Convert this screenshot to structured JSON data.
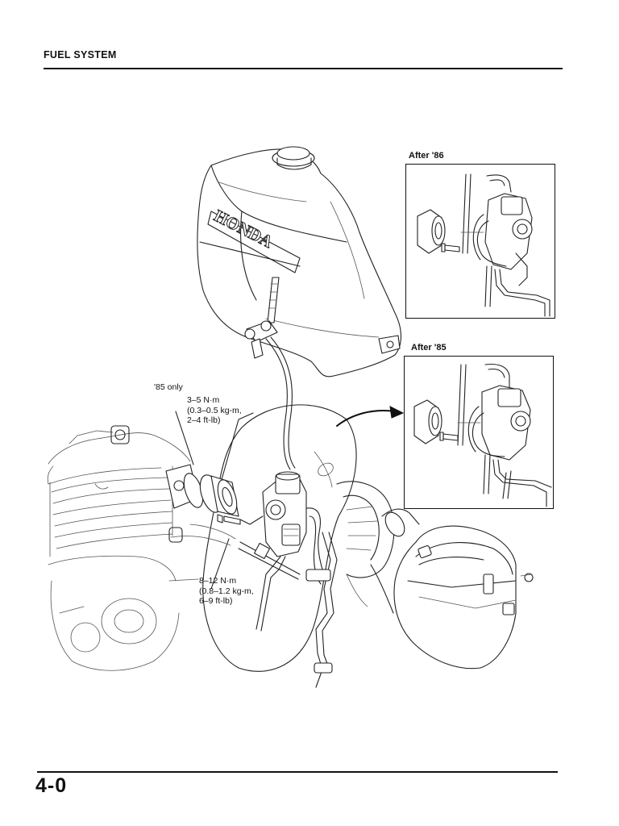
{
  "header": {
    "title": "FUEL SYSTEM"
  },
  "footer": {
    "page_number": "4-0"
  },
  "insets": {
    "after_86": {
      "label": "After '86"
    },
    "after_85": {
      "label": "After '85"
    }
  },
  "callouts": {
    "only_85": "'85 only",
    "torque_upper": {
      "line1": "3–5 N·m",
      "line2": "(0.3–0.5 kg-m,",
      "line3": "2–4 ft-lb)"
    },
    "torque_lower": {
      "line1": "8–12 N·m",
      "line2": "(0.8–1.2 kg-m,",
      "line3": "6–9 ft-lb)"
    }
  },
  "tank_brand": "HONDA"
}
